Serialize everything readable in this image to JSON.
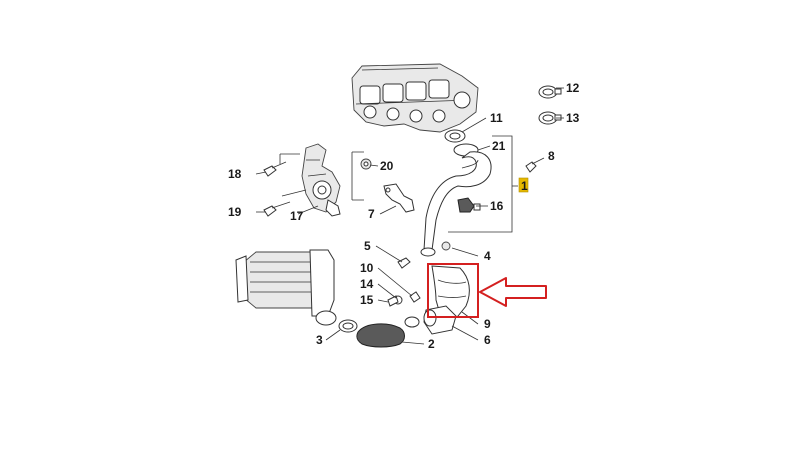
{
  "diagram": {
    "callouts": [
      "1",
      "2",
      "3",
      "4",
      "5",
      "6",
      "7",
      "8",
      "9",
      "10",
      "11",
      "12",
      "13",
      "14",
      "15",
      "16",
      "17",
      "18",
      "19",
      "20",
      "21"
    ],
    "colors": {
      "highlight": "#d42020",
      "group_marker": "#e6b800",
      "line": "#333333"
    }
  }
}
